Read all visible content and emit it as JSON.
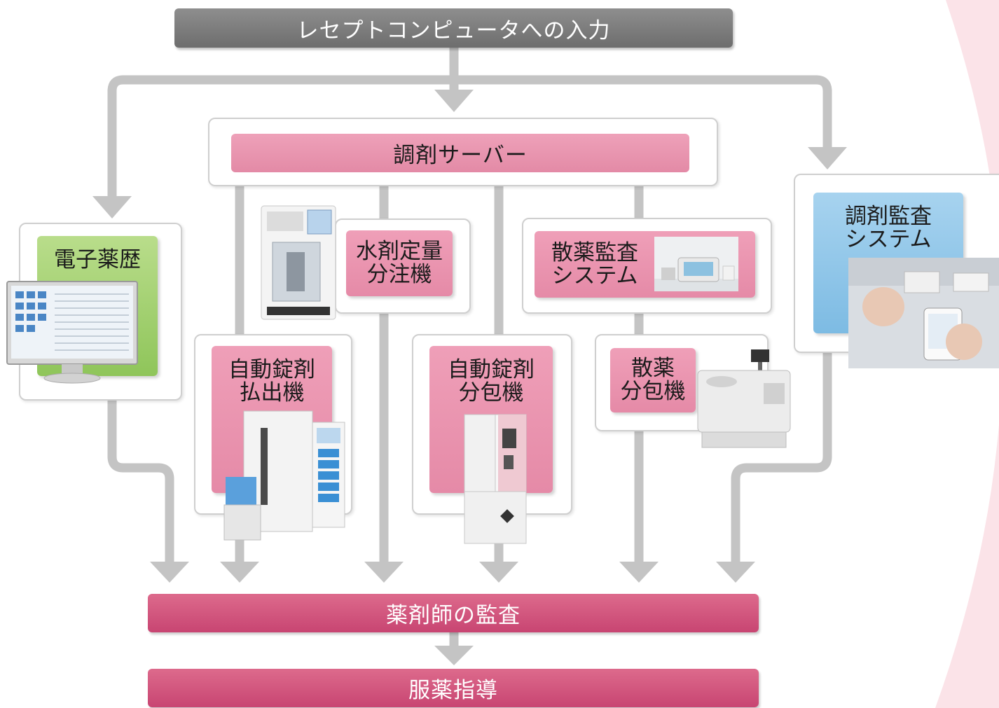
{
  "nodes": {
    "receipt_input": "レセプトコンピュータへの入力",
    "server": "調剤サーバー",
    "e_history": "電子薬歴",
    "liquid_dispenser": "水剤定量\n分注機",
    "powder_audit": "散薬監査\nシステム",
    "audit_system": "調剤監査\nシステム",
    "tablet_dispenser": "自動錠剤\n払出機",
    "tablet_packer": "自動錠剤\n分包機",
    "powder_packer": "散薬\n分包機",
    "pharmacist_audit": "薬剤師の監査",
    "medication_guidance": "服薬指導"
  },
  "colors": {
    "gray_bar": "#7a7a7a",
    "magenta_bar": "#d4567d",
    "pink_box": "#e991ad",
    "green_box": "#9ccc6a",
    "blue_box": "#8cc4e8",
    "arrow": "#c4c4c4"
  }
}
